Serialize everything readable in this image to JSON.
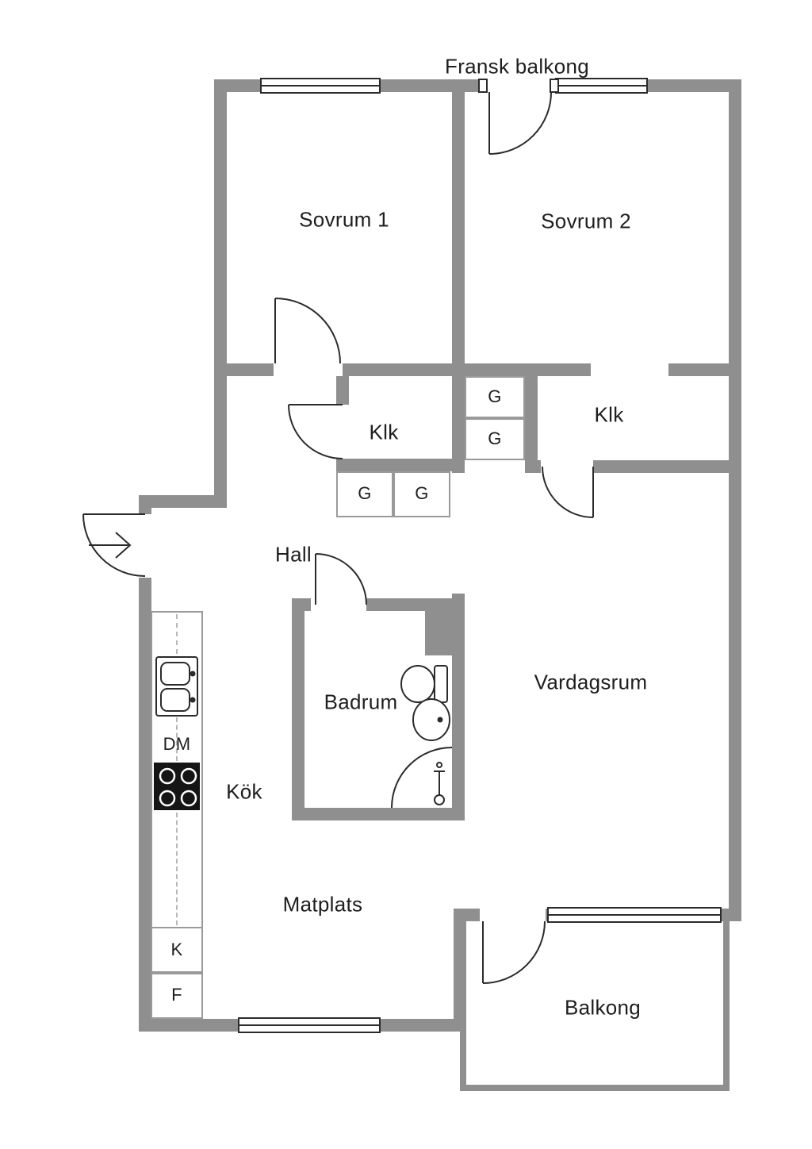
{
  "colors": {
    "wall": "#8f8f8f",
    "line": "#2b2b2b",
    "text": "#1e1e1e",
    "stove": "#151515",
    "cabinet_border": "#9a9a9a",
    "dash": "#b8b8b8"
  },
  "labels": {
    "fransk_balkong": "Fransk balkong",
    "sovrum1": "Sovrum 1",
    "sovrum2": "Sovrum 2",
    "klk_left": "Klk",
    "klk_right": "Klk",
    "g_stack_top": "G",
    "g_stack_bottom": "G",
    "g_hall_left": "G",
    "g_hall_right": "G",
    "hall": "Hall",
    "badrum": "Badrum",
    "vardagsrum": "Vardagsrum",
    "kok": "Kök",
    "dm": "DM",
    "matplats": "Matplats",
    "kyl": "K",
    "frys": "F",
    "balkong": "Balkong"
  }
}
